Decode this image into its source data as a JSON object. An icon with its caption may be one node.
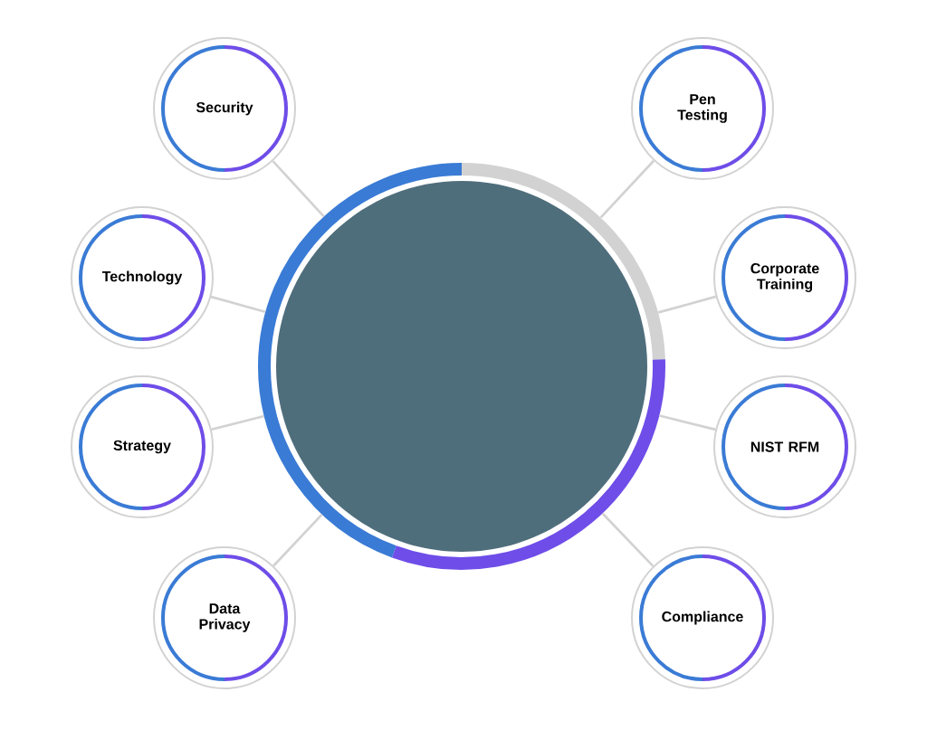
{
  "diagram": {
    "nodes": [
      {
        "text": [],
        "shape": "picture"
      },
      {
        "text": [
          "Security"
        ]
      },
      {
        "text": [
          "Pen Testing"
        ]
      },
      {
        "text": [
          "Technology"
        ]
      },
      {
        "text": [
          "Corporate Training"
        ]
      },
      {
        "text": [
          "Strategy"
        ]
      },
      {
        "text": [
          "NIST RFM"
        ]
      },
      {
        "text": [
          "Data Privacy"
        ]
      },
      {
        "text": [
          "Compliance"
        ]
      }
    ],
    "edges": [
      {
        "from": 0,
        "to": 1,
        "arrow": "none"
      },
      {
        "from": 0,
        "to": 2,
        "arrow": "none"
      },
      {
        "from": 0,
        "to": 3,
        "arrow": "none"
      },
      {
        "from": 0,
        "to": 4,
        "arrow": "none"
      },
      {
        "from": 0,
        "to": 5,
        "arrow": "none"
      },
      {
        "from": 0,
        "to": 6,
        "arrow": "none"
      },
      {
        "from": 0,
        "to": 7,
        "arrow": "none"
      },
      {
        "from": 0,
        "to": 8,
        "arrow": "none"
      }
    ]
  }
}
